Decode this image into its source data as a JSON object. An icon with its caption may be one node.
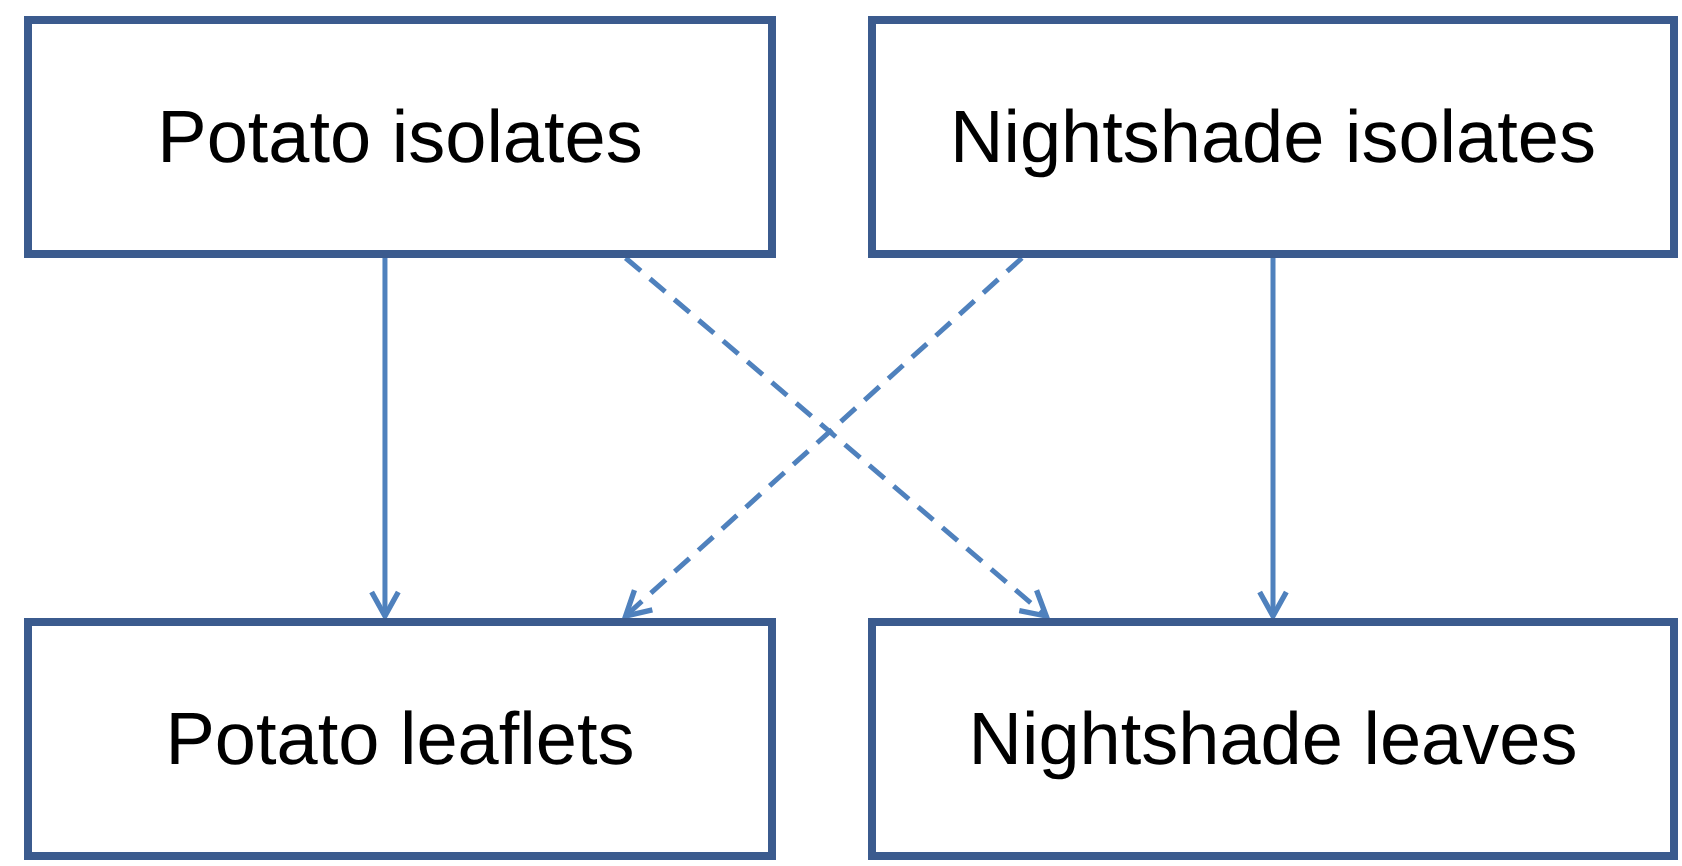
{
  "diagram": {
    "nodes": [
      {
        "text": [
          "Potato isolates"
        ]
      },
      {
        "text": [
          "Nightshade isolates"
        ]
      },
      {
        "text": [
          "Potato leaflets"
        ]
      },
      {
        "text": [
          "Nightshade leaves"
        ]
      }
    ],
    "edges": [
      {
        "from": 0,
        "to": 2,
        "arrow": "to"
      },
      {
        "from": 0,
        "to": 3,
        "arrow": "to",
        "style": "dashed"
      },
      {
        "from": 1,
        "to": 2,
        "arrow": "to",
        "style": "dashed"
      },
      {
        "from": 1,
        "to": 3,
        "arrow": "to"
      }
    ]
  }
}
